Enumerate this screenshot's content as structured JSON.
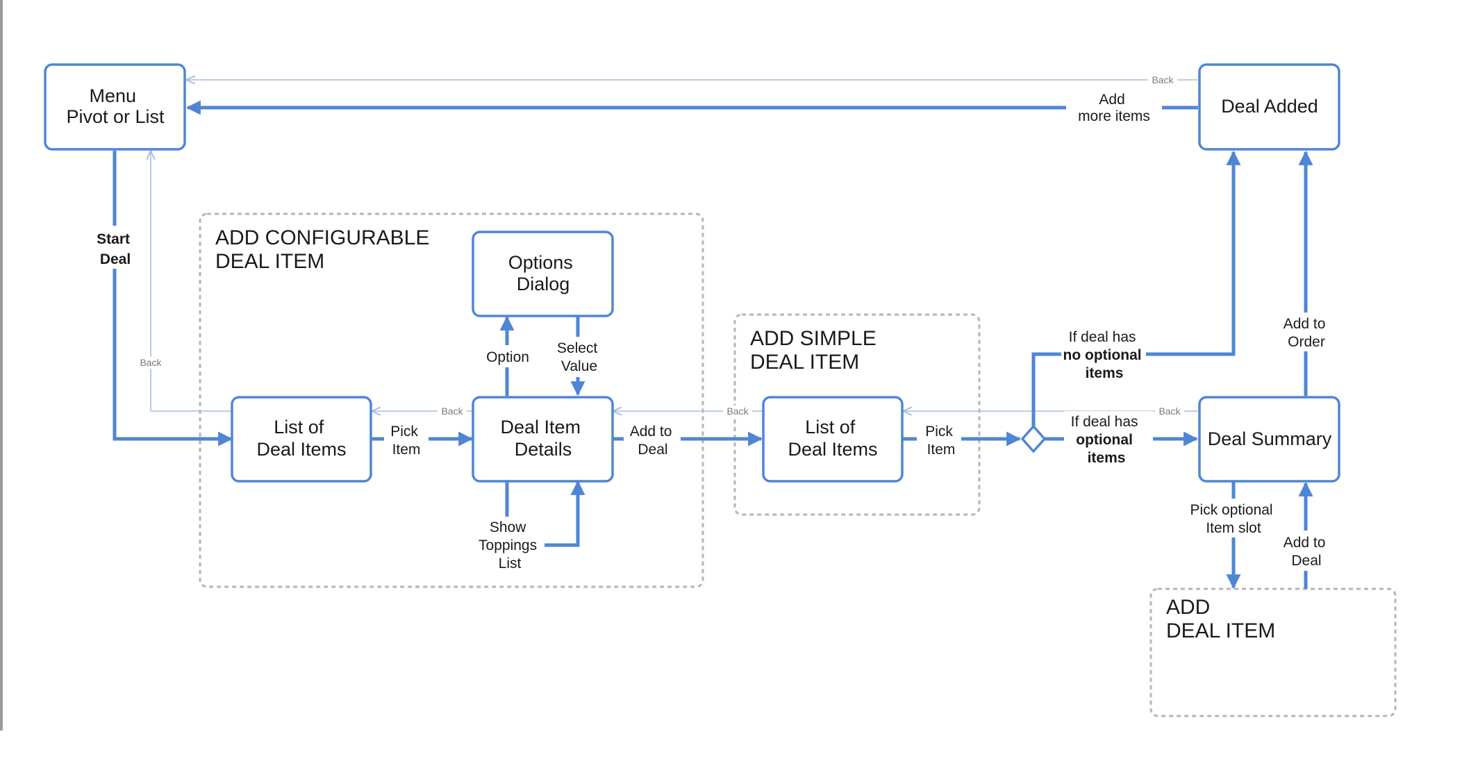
{
  "nodes": {
    "menu": [
      "Menu",
      "Pivot or List"
    ],
    "deal_added": [
      "Deal Added"
    ],
    "options_dialog": [
      "Options",
      "Dialog"
    ],
    "config_list": [
      "List of",
      "Deal Items"
    ],
    "item_details": [
      "Deal Item",
      "Details"
    ],
    "simple_list": [
      "List of",
      "Deal Items"
    ],
    "deal_summary": [
      "Deal Summary"
    ]
  },
  "groups": {
    "configurable": [
      "ADD CONFIGURABLE",
      "DEAL ITEM"
    ],
    "simple": [
      "ADD SIMPLE",
      "DEAL ITEM"
    ],
    "deal_item": [
      "ADD",
      "DEAL ITEM"
    ]
  },
  "edges": {
    "start_deal": [
      "Start",
      "Deal"
    ],
    "add_more_items": [
      "Add",
      "more items"
    ],
    "pick_item_config": [
      "Pick",
      "Item"
    ],
    "option": [
      "Option"
    ],
    "select_value": [
      "Select",
      "Value"
    ],
    "show_toppings": [
      "Show",
      "Toppings",
      "List"
    ],
    "add_to_deal_1": [
      "Add to",
      "Deal"
    ],
    "pick_item_simple": [
      "Pick",
      "Item"
    ],
    "no_optional": [
      "If deal has",
      "no optional",
      "items"
    ],
    "optional": [
      "If deal has",
      "optional",
      "items"
    ],
    "add_to_order": [
      "Add to",
      "Order"
    ],
    "pick_optional_slot": [
      "Pick optional",
      "Item slot"
    ],
    "add_to_deal_2": [
      "Add to",
      "Deal"
    ]
  },
  "back_label": "Back",
  "colors": {
    "flow": "#4f86d3",
    "back": "#a5bde2",
    "group_border": "#b5b5b5"
  }
}
